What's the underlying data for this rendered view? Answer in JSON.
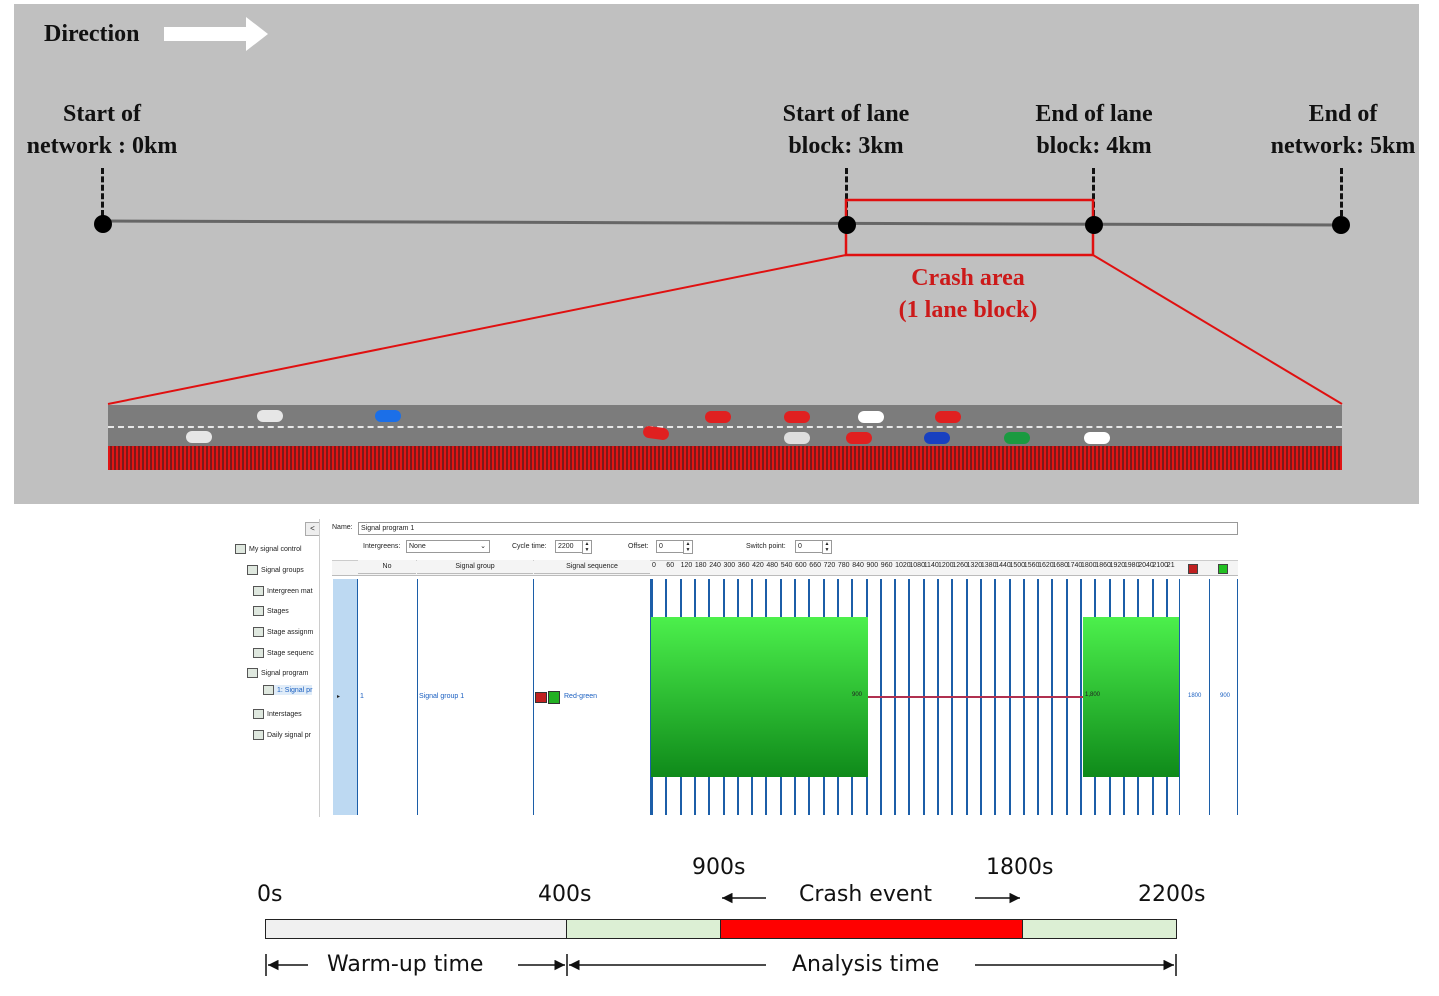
{
  "top": {
    "direction_label": "Direction",
    "start_network": "Start of\nnetwork : 0km",
    "start_block": "Start of lane\nblock: 3km",
    "end_block": "End of lane\nblock: 4km",
    "end_network": "End of\nnetwork: 5km",
    "crash_area": "Crash area\n(1 lane block)"
  },
  "software": {
    "tree": [
      {
        "label": "My signal control",
        "icon": "signal-control-icon"
      },
      {
        "label": "Signal groups",
        "icon": "signal-groups-icon"
      },
      {
        "label": "Intergreen mat",
        "icon": "intergreen-icon"
      },
      {
        "label": "Stages",
        "icon": "stages-icon"
      },
      {
        "label": "Stage assignm",
        "icon": "stage-assign-icon"
      },
      {
        "label": "Stage sequenc",
        "icon": "stage-sequence-icon"
      },
      {
        "label": "Signal program",
        "icon": "signal-program-icon"
      },
      {
        "label": "1: Signal pr",
        "icon": "program-item-icon"
      },
      {
        "label": "Interstages",
        "icon": "interstages-icon"
      },
      {
        "label": "Daily signal pr",
        "icon": "daily-signal-icon"
      }
    ],
    "collapse_button": "<",
    "name_label": "Name:",
    "name_value": "Signal program 1",
    "intergreens_label": "Intergreens:",
    "intergreens_value": "None",
    "cycle_label": "Cycle time:",
    "cycle_value": "2200",
    "offset_label": "Offset:",
    "offset_value": "0",
    "switch_label": "Switch point:",
    "switch_value": "0",
    "col_no": "No",
    "col_group": "Signal group",
    "col_sequence": "Signal sequence",
    "ticks": [
      "0",
      "60",
      "120",
      "180",
      "240",
      "300",
      "360",
      "420",
      "480",
      "540",
      "600",
      "660",
      "720",
      "780",
      "840",
      "900",
      "960",
      "1020",
      "1080",
      "1140",
      "1200",
      "1260",
      "1320",
      "1380",
      "1440",
      "1500",
      "1560",
      "1620",
      "1680",
      "1740",
      "1800",
      "1860",
      "1920",
      "1980",
      "2040",
      "2100",
      "21"
    ],
    "row_no": "1",
    "row_group": "Signal group 1",
    "row_sequence": "Red-green",
    "marker_900": "900",
    "marker_1800": "1,800",
    "end_a": "1800",
    "end_b": "900"
  },
  "timeline": {
    "t0": "0s",
    "t400": "400s",
    "t900": "900s",
    "t1800": "1800s",
    "t2200": "2200s",
    "crash_event": "Crash event",
    "warmup": "Warm-up time",
    "analysis": "Analysis time"
  },
  "colors": {
    "crash_red": "#ff0000",
    "analysis_green": "#dcefd4",
    "warmup_gray": "#f0f0f0",
    "signal_green": "#22c022"
  }
}
